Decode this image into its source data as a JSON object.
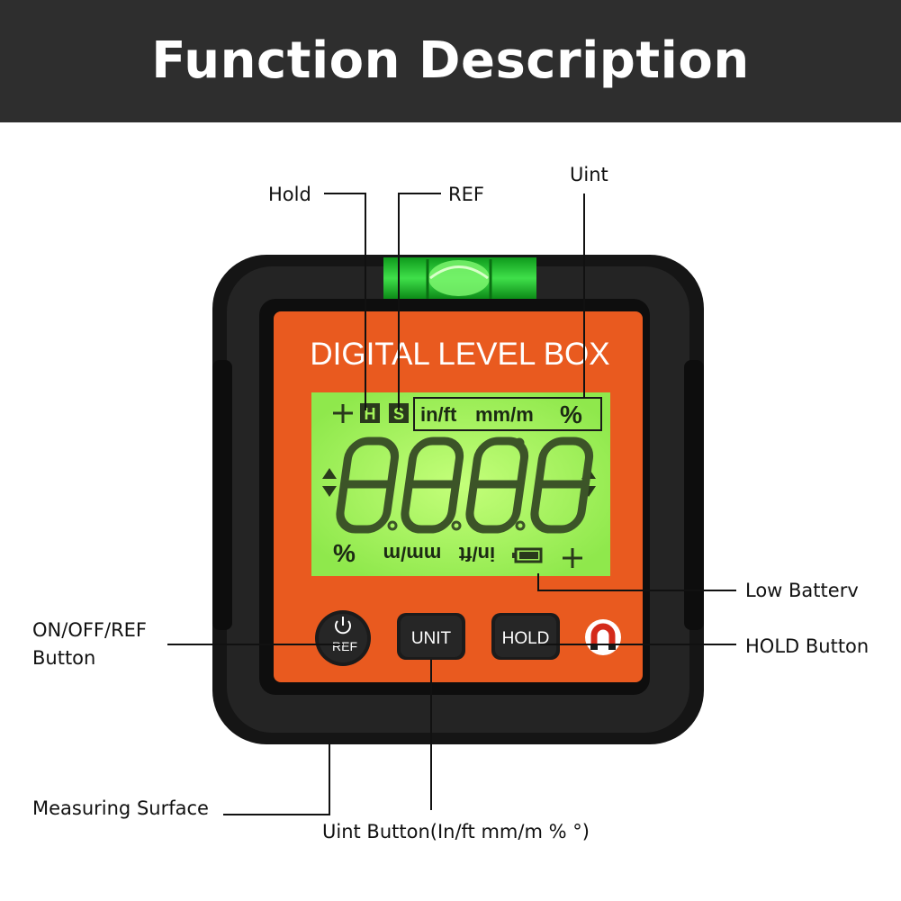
{
  "header": {
    "title": "Function Description"
  },
  "device": {
    "brand_title": "DIGITAL LEVEL BOX",
    "lcd": {
      "hold_indicator": "H",
      "ref_indicator": "S",
      "units_top": [
        "in/ft",
        "mm/m",
        "%"
      ],
      "units_bottom": [
        "%",
        "mm/m",
        "in/ft"
      ]
    },
    "buttons": {
      "ref": "REF",
      "unit": "UNIT",
      "hold": "HOLD"
    }
  },
  "callouts": {
    "hold": "Hold",
    "ref": "REF",
    "unit": "Uint",
    "low_battery": "Low Batterv",
    "on_off_ref_line1": "ON/OFF/REF",
    "on_off_ref_line2": "Button",
    "hold_button": "HOLD Button",
    "measuring_surface": "Measuring Surface",
    "unit_button": "Uint Button(In/ft  mm/m %  °)"
  },
  "colors": {
    "header_bg": "#2e2e2e",
    "housing": "#1a1a1a",
    "face_orange": "#e95a1f",
    "lcd_green": "#a6f55a",
    "vial_green": "#1ec22a"
  }
}
